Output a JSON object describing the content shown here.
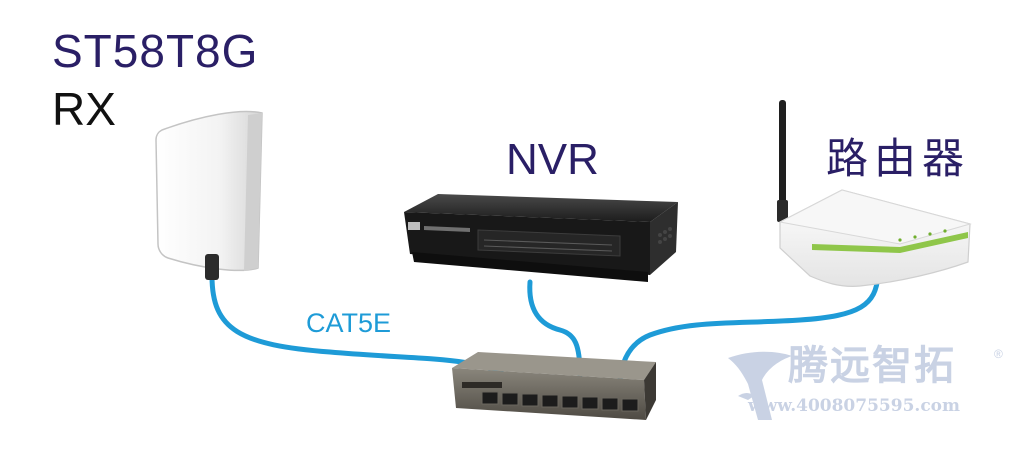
{
  "labels": {
    "receiver_model": "ST58T8G",
    "receiver_role": "RX",
    "nvr": "NVR",
    "router": "路由器",
    "cable": "CAT5E"
  },
  "watermark": {
    "brand": "腾远智拓",
    "registered": "®",
    "url": "www.4008075595.com"
  },
  "colors": {
    "cable": "#1e9bd7",
    "title_text": "#2a1f66",
    "watermark": "#c9d2e4"
  }
}
